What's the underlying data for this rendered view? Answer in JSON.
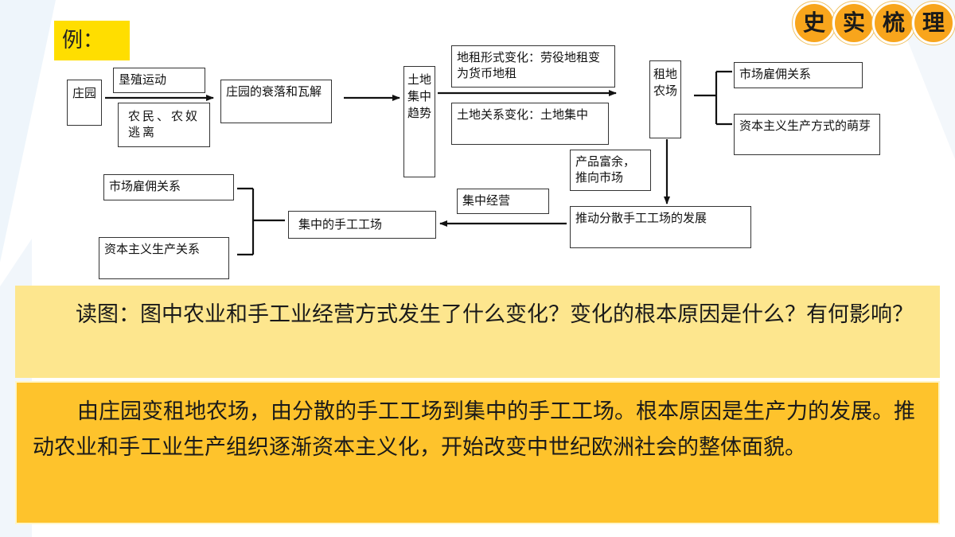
{
  "header": {
    "example_label": "例：",
    "badges": [
      "史",
      "实",
      "梳",
      "理"
    ]
  },
  "diagram": {
    "manor": "庄园",
    "reclamation": "垦殖运动",
    "peasants_flee": "农民、农奴逃离",
    "manor_decline": "庄园的衰落和瓦解",
    "land_concentration": "土地集中趋势",
    "rent_form_change": "地租形式变化：劳役地租变为货币地租",
    "land_relation_change": "土地关系变化：土地集中",
    "rental_farm": "租地农场",
    "market_hire_top": "市场雇佣关系",
    "capitalist_mode_sprout": "资本主义生产方式的萌芽",
    "surplus_to_market": "产品富余，推向市场",
    "dispersed_workshop": "推动分散手工工场的发展",
    "centralized_operation": "集中经营",
    "centralized_workshop": "集中的手工工场",
    "market_hire_bottom": "市场雇佣关系",
    "capitalist_relations": "资本主义生产关系"
  },
  "question": {
    "text": "读图：图中农业和手工业经营方式发生了什么变化？变化的根本原因是什么？有何影响？"
  },
  "answer": {
    "text": "由庄园变租地农场，由分散的手工工场到集中的手工工场。根本原因是生产力的发展。推动农业和手工业生产组织逐渐资本主义化，开始改变中世纪欧洲社会的整体面貌。"
  },
  "colors": {
    "label_yellow": "#ffde00",
    "badge_orange": "#f8a51c",
    "question_bg": "#fde68e",
    "answer_bg": "#fec32c"
  }
}
